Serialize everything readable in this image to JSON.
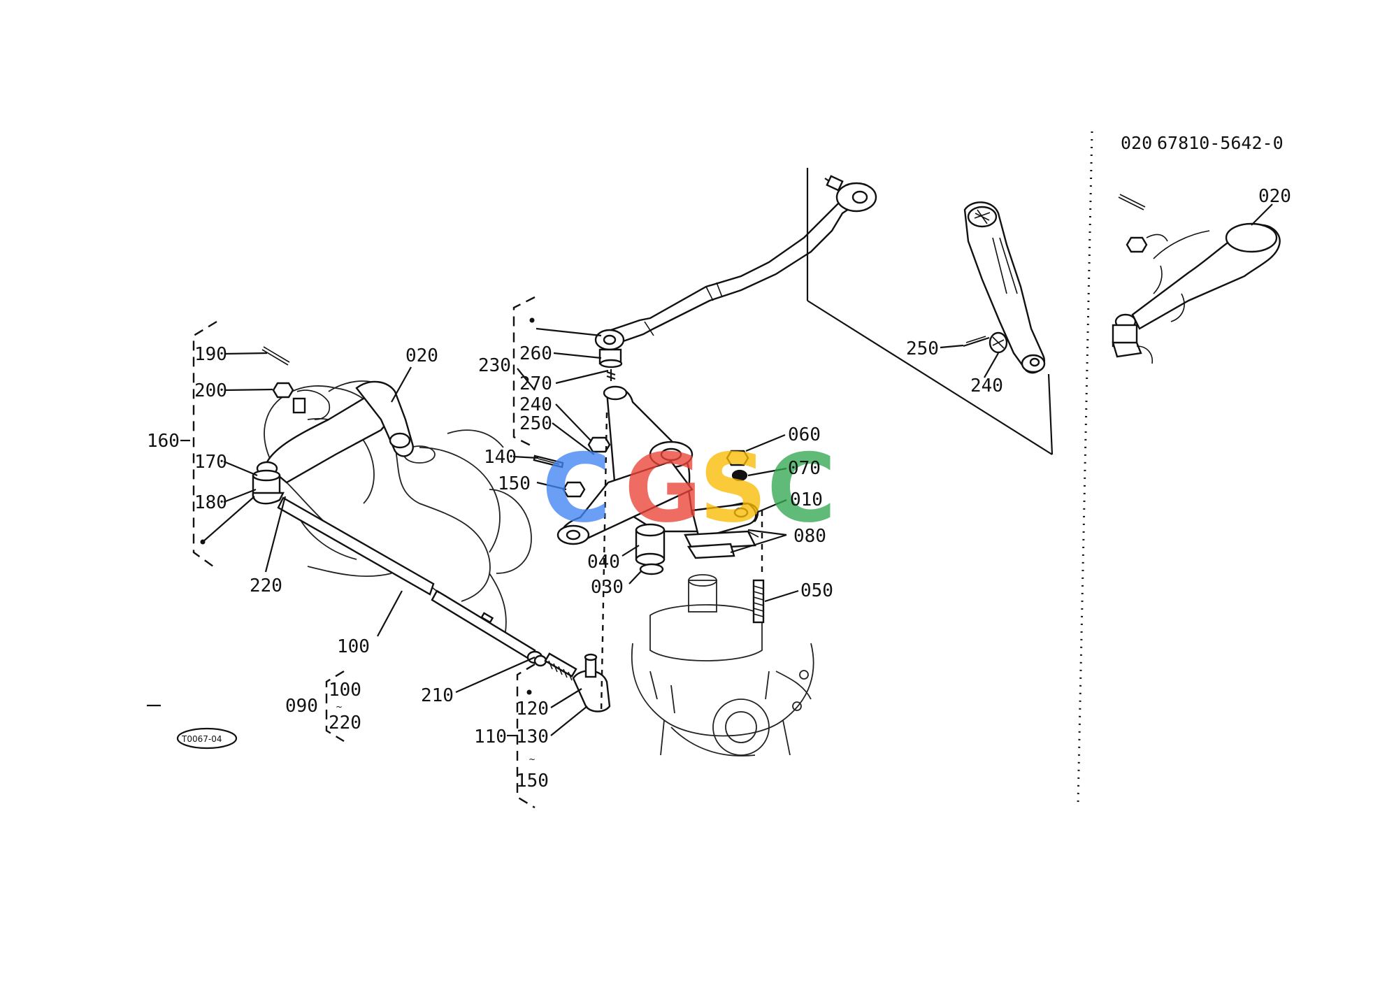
{
  "header": {
    "part_ref": "020",
    "part_number": "67810-5642-0"
  },
  "figure_code": "T0067-04",
  "watermark": {
    "letters": [
      "C",
      "G",
      "S",
      "C"
    ],
    "colors": [
      "#4285F4",
      "#EA4335",
      "#FBBC05",
      "#34A853"
    ]
  },
  "labels": {
    "l190": "190",
    "l200": "200",
    "l160": "160",
    "l170": "170",
    "l180": "180",
    "l020a": "020",
    "l220a": "220",
    "l100": "100",
    "l090": "090",
    "l090a": "100",
    "l090b": "220",
    "l210": "210",
    "l230": "230",
    "l260": "260",
    "l270": "270",
    "l240a": "240",
    "l250a": "250",
    "l140": "140",
    "l150": "150",
    "l040": "040",
    "l030": "030",
    "l060": "060",
    "l070": "070",
    "l010": "010",
    "l080": "080",
    "l050": "050",
    "l110": "110",
    "l120": "120",
    "l130": "130",
    "l150b": "150",
    "l250b": "250",
    "l240b": "240",
    "l020b": "020"
  }
}
